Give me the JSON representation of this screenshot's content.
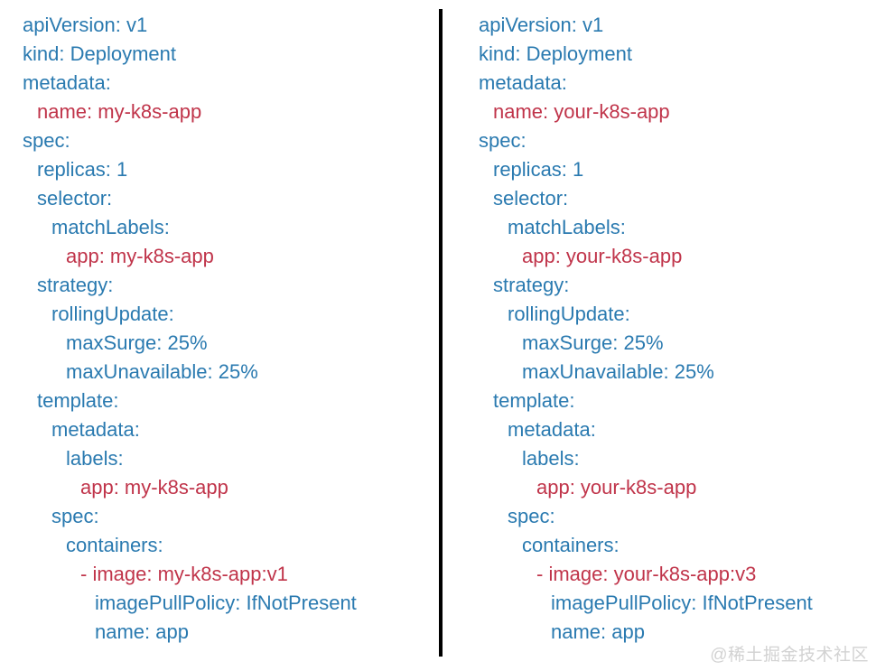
{
  "colors": {
    "background": "#ffffff",
    "key_blue": "#2a7ab0",
    "value_red": "#c0344a",
    "divider": "#000000",
    "watermark": "#d2d2d2"
  },
  "divider": {
    "orientation": "vertical",
    "label": "column-divider"
  },
  "watermark": {
    "text": "@稀土掘金技术社区"
  },
  "panes": [
    {
      "name": "left-yaml-manifest",
      "lines": [
        {
          "indent": 0,
          "text": "apiVersion: v1",
          "color": "key_blue"
        },
        {
          "indent": 0,
          "text": "kind: Deployment",
          "color": "key_blue"
        },
        {
          "indent": 0,
          "text": "metadata:",
          "color": "key_blue"
        },
        {
          "indent": 1,
          "text": "name: my-k8s-app",
          "color": "value_red"
        },
        {
          "indent": 0,
          "text": "spec:",
          "color": "key_blue"
        },
        {
          "indent": 1,
          "text": "replicas: 1",
          "color": "key_blue"
        },
        {
          "indent": 1,
          "text": "selector:",
          "color": "key_blue"
        },
        {
          "indent": 2,
          "text": "matchLabels:",
          "color": "key_blue"
        },
        {
          "indent": 3,
          "text": "app: my-k8s-app",
          "color": "value_red"
        },
        {
          "indent": 1,
          "text": "strategy:",
          "color": "key_blue"
        },
        {
          "indent": 2,
          "text": "rollingUpdate:",
          "color": "key_blue"
        },
        {
          "indent": 3,
          "text": "maxSurge: 25%",
          "color": "key_blue"
        },
        {
          "indent": 3,
          "text": "maxUnavailable: 25%",
          "color": "key_blue"
        },
        {
          "indent": 1,
          "text": "template:",
          "color": "key_blue"
        },
        {
          "indent": 2,
          "text": "metadata:",
          "color": "key_blue"
        },
        {
          "indent": 3,
          "text": "labels:",
          "color": "key_blue"
        },
        {
          "indent": 4,
          "text": "app: my-k8s-app",
          "color": "value_red"
        },
        {
          "indent": 2,
          "text": "spec:",
          "color": "key_blue"
        },
        {
          "indent": 3,
          "text": "containers:",
          "color": "key_blue"
        },
        {
          "indent": 4,
          "text": "- image: my-k8s-app:v1",
          "color": "value_red"
        },
        {
          "indent": 5,
          "text": "imagePullPolicy: IfNotPresent",
          "color": "key_blue"
        },
        {
          "indent": 5,
          "text": "name: app",
          "color": "key_blue"
        }
      ]
    },
    {
      "name": "right-yaml-manifest",
      "lines": [
        {
          "indent": 0,
          "text": "apiVersion: v1",
          "color": "key_blue"
        },
        {
          "indent": 0,
          "text": "kind: Deployment",
          "color": "key_blue"
        },
        {
          "indent": 0,
          "text": "metadata:",
          "color": "key_blue"
        },
        {
          "indent": 1,
          "text": "name: your-k8s-app",
          "color": "value_red"
        },
        {
          "indent": 0,
          "text": "spec:",
          "color": "key_blue"
        },
        {
          "indent": 1,
          "text": "replicas: 1",
          "color": "key_blue"
        },
        {
          "indent": 1,
          "text": "selector:",
          "color": "key_blue"
        },
        {
          "indent": 2,
          "text": "matchLabels:",
          "color": "key_blue"
        },
        {
          "indent": 3,
          "text": "app: your-k8s-app",
          "color": "value_red"
        },
        {
          "indent": 1,
          "text": "strategy:",
          "color": "key_blue"
        },
        {
          "indent": 2,
          "text": "rollingUpdate:",
          "color": "key_blue"
        },
        {
          "indent": 3,
          "text": "maxSurge: 25%",
          "color": "key_blue"
        },
        {
          "indent": 3,
          "text": "maxUnavailable: 25%",
          "color": "key_blue"
        },
        {
          "indent": 1,
          "text": "template:",
          "color": "key_blue"
        },
        {
          "indent": 2,
          "text": "metadata:",
          "color": "key_blue"
        },
        {
          "indent": 3,
          "text": "labels:",
          "color": "key_blue"
        },
        {
          "indent": 4,
          "text": "app: your-k8s-app",
          "color": "value_red"
        },
        {
          "indent": 2,
          "text": "spec:",
          "color": "key_blue"
        },
        {
          "indent": 3,
          "text": "containers:",
          "color": "key_blue"
        },
        {
          "indent": 4,
          "text": "- image: your-k8s-app:v3",
          "color": "value_red"
        },
        {
          "indent": 5,
          "text": "imagePullPolicy: IfNotPresent",
          "color": "key_blue"
        },
        {
          "indent": 5,
          "text": "name: app",
          "color": "key_blue"
        }
      ]
    }
  ]
}
